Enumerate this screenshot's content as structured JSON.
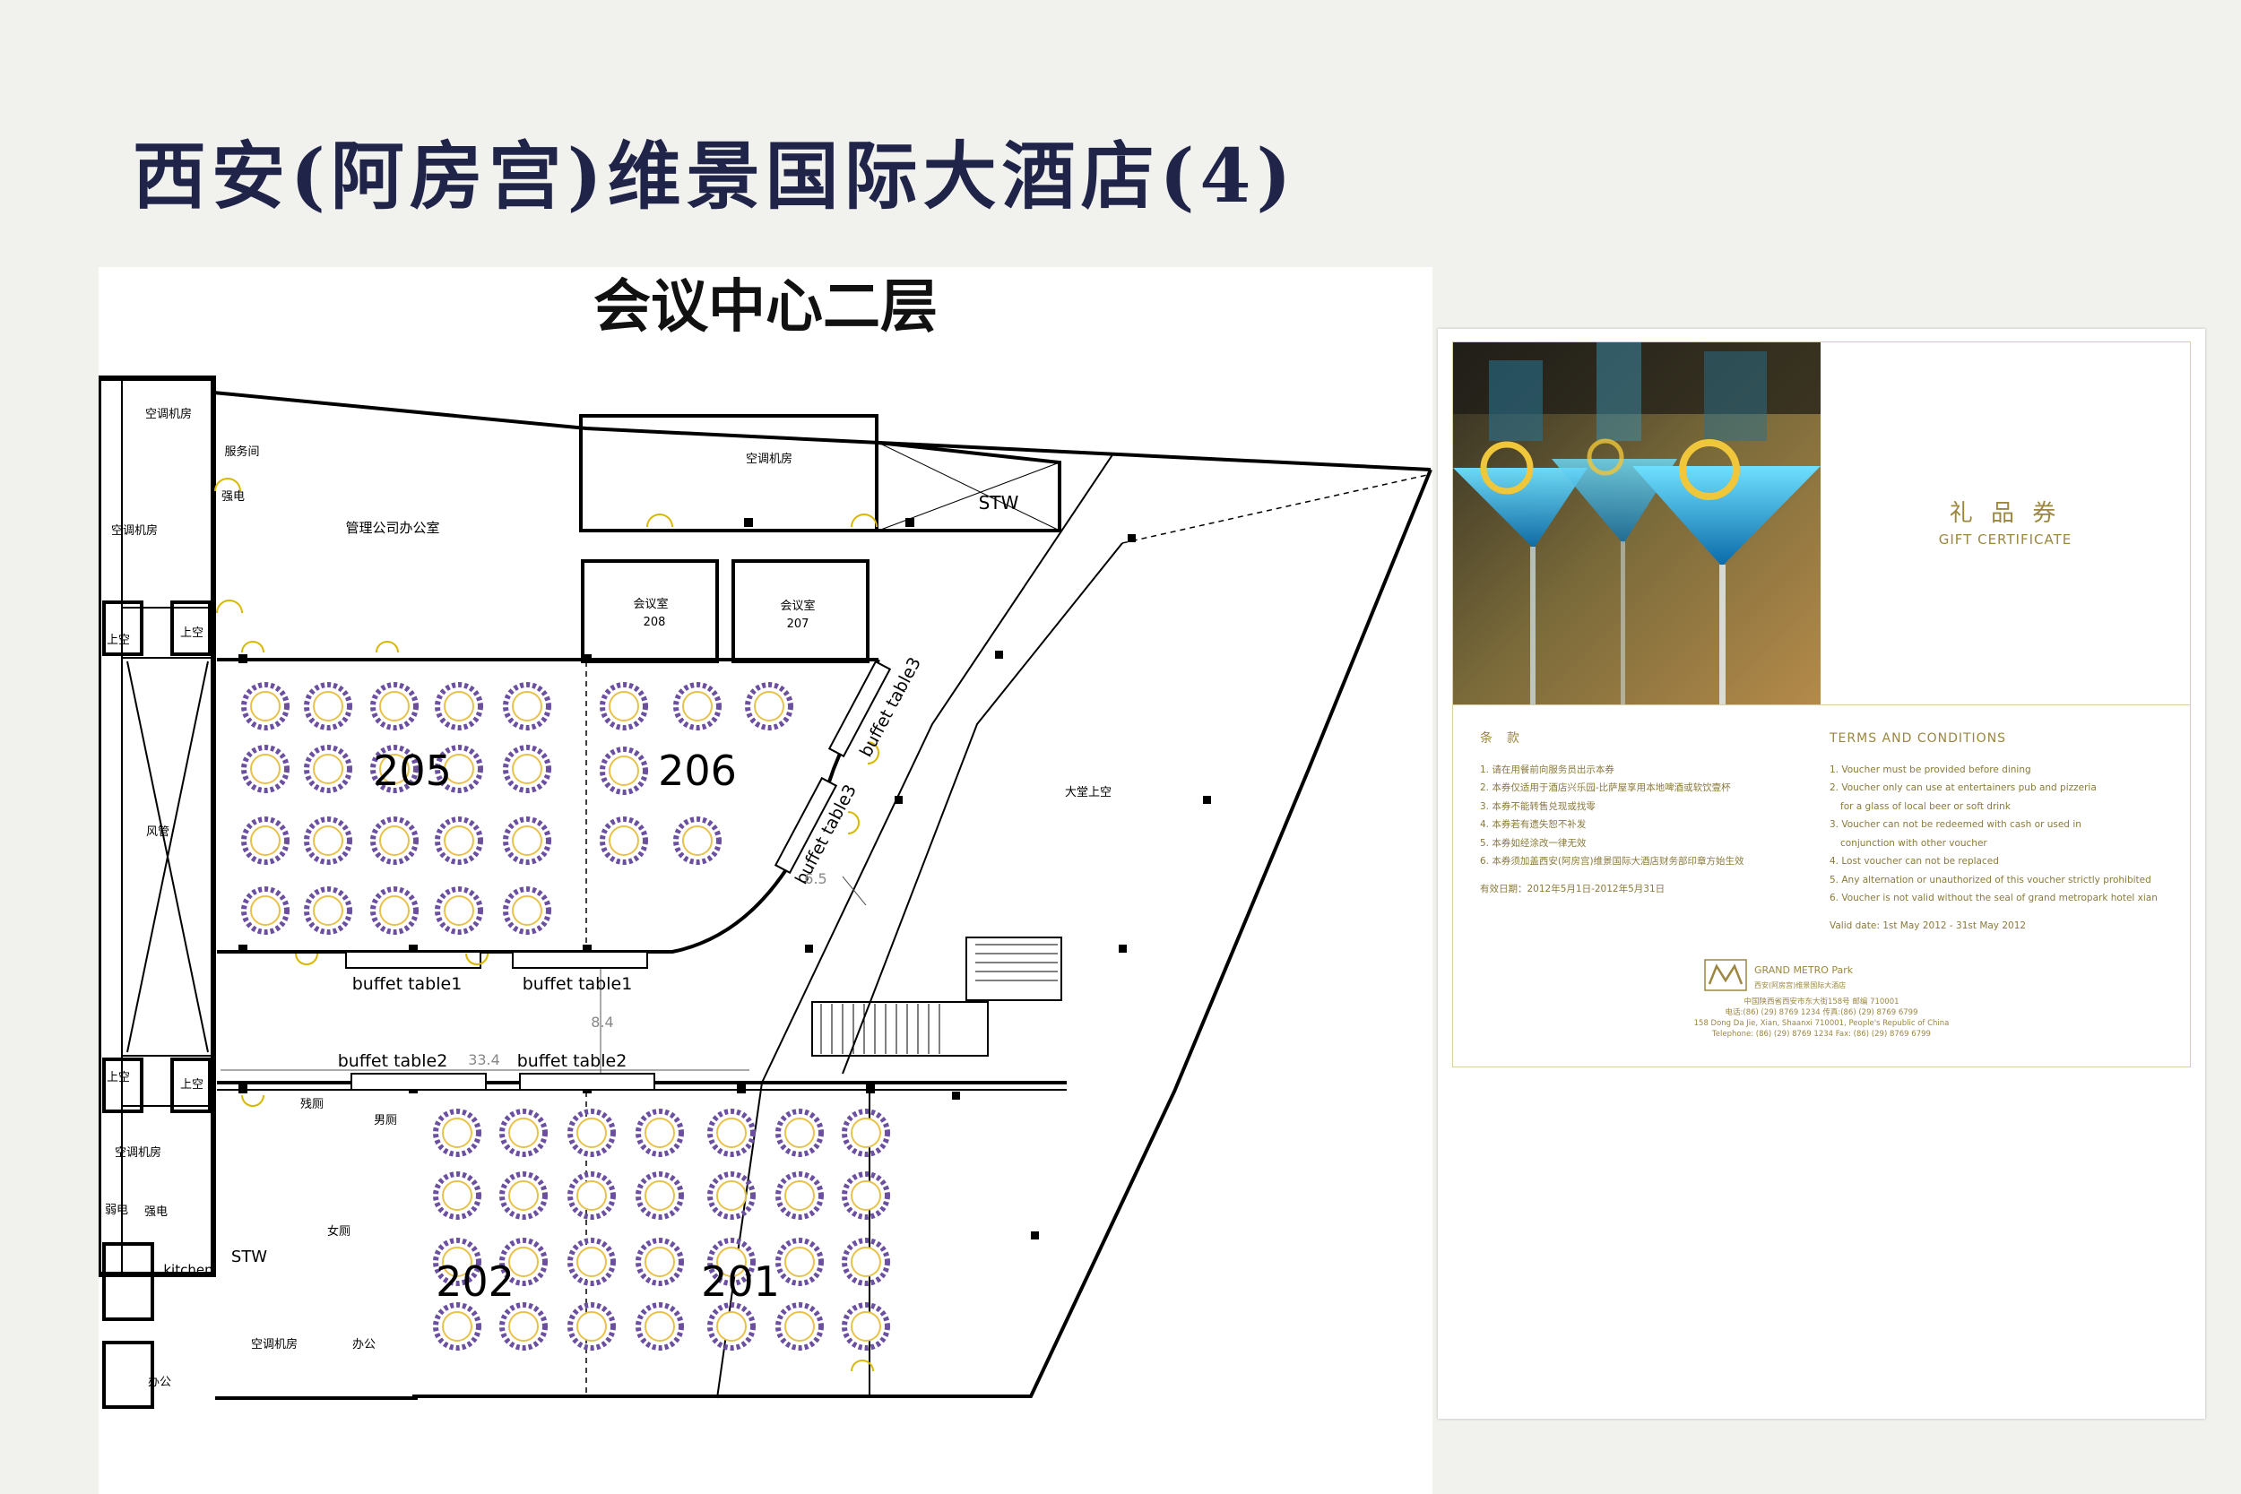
{
  "header": {
    "title": "西安(阿房宫)维景国际大酒店(4)"
  },
  "floor_plan": {
    "title": "会议中心二层",
    "rooms": {
      "r205": "205",
      "r206": "206",
      "r202": "202",
      "r201": "201",
      "r208_name": "会议室",
      "r208_no": "208",
      "r207_name": "会议室",
      "r207_no": "207",
      "office_admin": "管理公司办公室",
      "ac_top": "空调机房",
      "ac_left1": "空调机房",
      "ac_left2": "空调机房",
      "ac_left3": "空调机房",
      "ac_bottom": "空调机房",
      "service": "服务间",
      "elec": "强电",
      "void_left1": "上空",
      "void_left2": "上空",
      "void_left3": "上空",
      "void_left4": "上空",
      "duct": "风管",
      "lobby_void": "大堂上空",
      "men": "男厕",
      "women": "女厕",
      "disabled": "残厕",
      "kitchen": "kitchen",
      "stw1": "STW",
      "stw2": "STW",
      "office1": "办公",
      "office2": "办公",
      "weak_elec": "弱电",
      "strong_elec2": "强电"
    },
    "buffets": {
      "b1a": "buffet table1",
      "b1b": "buffet table1",
      "b2a": "buffet table2",
      "b2b": "buffet table2",
      "b3a": "buffet table3",
      "b3b": "buffet table3"
    },
    "dimensions": {
      "d1": "33.4",
      "d2": "8.4",
      "d3": "6.5"
    },
    "colors": {
      "table": "#6b4fa0",
      "table_center": "#e8c24a",
      "door": "#d8b800"
    }
  },
  "voucher": {
    "title_zh": "礼 品 券",
    "title_en": "GIFT CERTIFICATE",
    "terms_zh_heading": "条　款",
    "terms_zh": [
      "1. 请在用餐前向服务员出示本券",
      "2. 本券仅适用于酒店兴乐园-比萨屋享用本地啤酒或软饮壹杯",
      "3. 本券不能转售兑现或找零",
      "4. 本券若有遗失恕不补发",
      "5. 本券如经涂改一律无效",
      "6. 本券须加盖西安(阿房宫)维景国际大酒店财务部印章方始生效"
    ],
    "valid_zh": "有效日期：2012年5月1日-2012年5月31日",
    "terms_en_heading": "TERMS AND CONDITIONS",
    "terms_en": [
      "1. Voucher must be provided before dining",
      "2. Voucher only can use at entertainers pub and pizzeria",
      "    for a glass of local beer or soft drink",
      "3. Voucher can not be redeemed with cash or used in",
      "    conjunction with other voucher",
      "4. Lost voucher can not be replaced",
      "5. Any alternation or unauthorized of this voucher strictly prohibited",
      "6. Voucher is not valid without the seal of grand metropark hotel xian"
    ],
    "valid_en": "Valid date: 1st May 2012 - 31st May 2012",
    "brand_name": "GRAND METRO Park",
    "brand_sub": "西安(阿房宫)维景国际大酒店",
    "contact_lines": [
      "中国陕西省西安市东大街158号 邮编 710001",
      "电话:(86) (29) 8769 1234  传真:(86) (29) 8769 6799",
      "158 Dong Da Jie, Xian, Shaanxi 710001, People's Republic of China",
      "Telephone: (86) (29) 8769 1234  Fax: (86) (29) 8769 6799"
    ]
  }
}
